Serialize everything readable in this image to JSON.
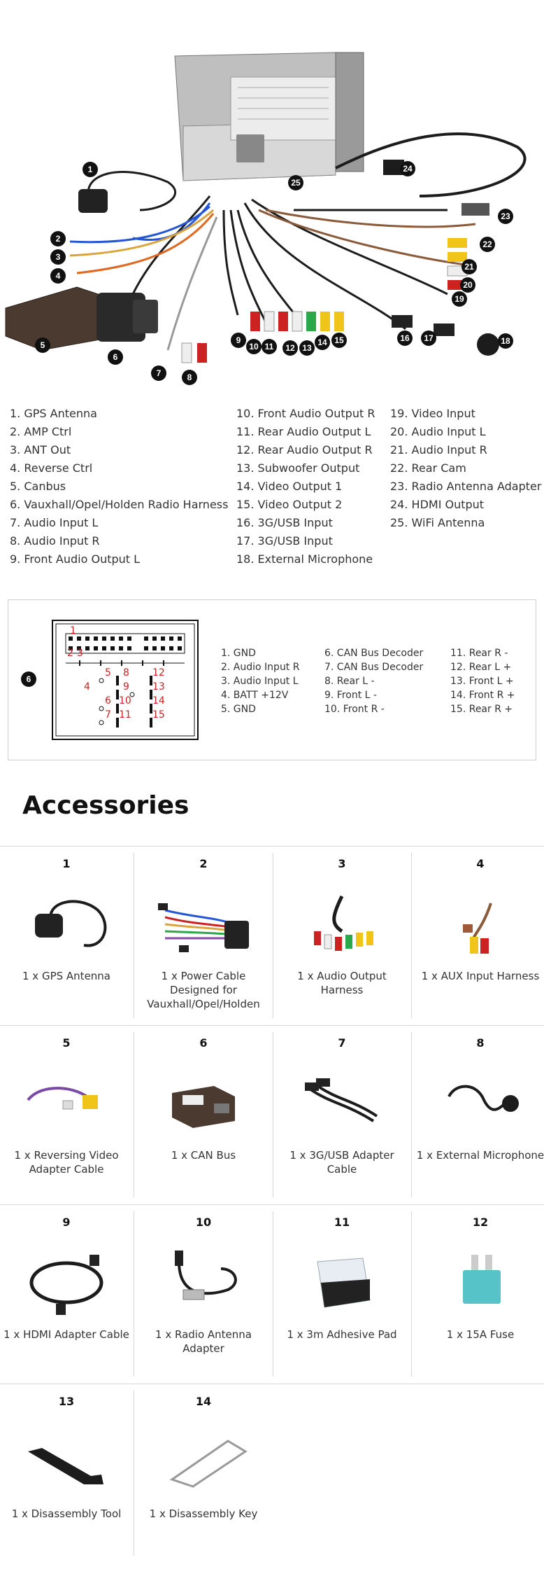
{
  "callouts": [
    "1",
    "2",
    "3",
    "4",
    "5",
    "6",
    "7",
    "8",
    "9",
    "10",
    "11",
    "12",
    "13",
    "14",
    "15",
    "16",
    "17",
    "18",
    "19",
    "20",
    "21",
    "22",
    "23",
    "24",
    "25"
  ],
  "legend": {
    "col1": [
      "1. GPS Antenna",
      "2. AMP Ctrl",
      "3. ANT Out",
      "4. Reverse Ctrl",
      "5. Canbus",
      "6. Vauxhall/Opel/Holden Radio Harness",
      "7. Audio Input L",
      "8. Audio Input R",
      "9. Front Audio Output L"
    ],
    "col2": [
      "10. Front Audio Output R",
      "11. Rear Audio Output L",
      "12. Rear Audio Output R",
      "13. Subwoofer Output",
      "14. Video Output 1",
      "15. Video Output 2",
      "16. 3G/USB Input",
      "17. 3G/USB Input",
      "18. External Microphone"
    ],
    "col3": [
      "19. Video Input",
      "20. Audio Input L",
      "21. Audio Input R",
      "22. Rear Cam",
      "23. Radio Antenna Adapter",
      "24. HDMI Output",
      "25. WiFi Antenna"
    ]
  },
  "pinout": {
    "callout": "6",
    "connector_numbers": [
      "1",
      "2",
      "3",
      "4",
      "5",
      "6",
      "7",
      "8",
      "9",
      "10",
      "11",
      "12",
      "13",
      "14",
      "15"
    ],
    "col1": [
      "1. GND",
      "2. Audio Input R",
      "3. Audio Input L",
      "4. BATT +12V",
      "5. GND"
    ],
    "col2": [
      "6. CAN Bus Decoder",
      "7. CAN Bus Decoder",
      "8. Rear L -",
      "9. Front L -",
      "10. Front R -"
    ],
    "col3": [
      "11. Rear R -",
      "12. Rear L +",
      "13. Front L +",
      "14. Front R +",
      "15. Rear R +"
    ]
  },
  "accessories_title": "Accessories",
  "accessories": [
    {
      "num": "1",
      "label": "1 x GPS Antenna",
      "icon": "gps-antenna"
    },
    {
      "num": "2",
      "label": "1 x Power Cable Designed for Vauxhall/Opel/Holden",
      "icon": "power-cable"
    },
    {
      "num": "3",
      "label": "1 x Audio Output Harness",
      "icon": "audio-harness"
    },
    {
      "num": "4",
      "label": "1 x AUX Input Harness",
      "icon": "aux-harness"
    },
    {
      "num": "5",
      "label": "1 x Reversing Video Adapter Cable",
      "icon": "reversing-cable"
    },
    {
      "num": "6",
      "label": "1 x CAN Bus",
      "icon": "canbus-box"
    },
    {
      "num": "7",
      "label": "1 x 3G/USB Adapter Cable",
      "icon": "usb-cable"
    },
    {
      "num": "8",
      "label": "1 x External Microphone",
      "icon": "microphone"
    },
    {
      "num": "9",
      "label": "1 x HDMI Adapter Cable",
      "icon": "hdmi-cable"
    },
    {
      "num": "10",
      "label": "1 x Radio Antenna Adapter",
      "icon": "antenna-adapter"
    },
    {
      "num": "11",
      "label": "1 x 3m Adhesive Pad",
      "icon": "adhesive-pad"
    },
    {
      "num": "12",
      "label": "1 x 15A Fuse",
      "icon": "fuse"
    },
    {
      "num": "13",
      "label": "1 x Disassembly Tool",
      "icon": "pry-tool"
    },
    {
      "num": "14",
      "label": "1 x Disassembly Key",
      "icon": "removal-key"
    }
  ],
  "colors": {
    "accent_red": "#cc2222",
    "fuse_teal": "#56c3c9",
    "cable_black": "#1c1c1c"
  }
}
